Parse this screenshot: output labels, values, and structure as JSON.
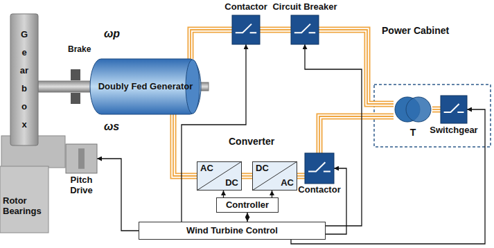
{
  "diagram": {
    "nodes": [
      {
        "text": [
          "Gearbox"
        ]
      },
      {
        "text": [
          "Doubly Fed Generator"
        ]
      },
      {
        "text": [
          "Power Cabinet"
        ]
      },
      {
        "text": [
          "Contactor"
        ],
        "in": 2
      },
      {
        "text": [
          "Circuit Breaker"
        ],
        "in": 2
      },
      {
        "text": [
          "Pitch Drive"
        ]
      },
      {
        "text": [
          "Converter"
        ]
      },
      {
        "text": [
          "AC",
          "DC"
        ],
        "in": 6
      },
      {
        "text": [
          "DC",
          "AC"
        ],
        "in": 6
      },
      {
        "text": [
          "Controller"
        ],
        "in": 6
      },
      {
        "text": [
          "Contactor"
        ],
        "in": 6
      },
      {
        "text": [
          "T"
        ]
      },
      {
        "text": [
          "Switchgear"
        ]
      },
      {
        "text": [
          "Wind Turbine Control"
        ]
      }
    ],
    "edges": [
      {
        "from": 1,
        "to": 3,
        "arrow": "none"
      },
      {
        "from": 3,
        "to": 4,
        "arrow": "none"
      },
      {
        "from": 4,
        "to": 11,
        "arrow": "none"
      },
      {
        "from": 1,
        "to": 7,
        "arrow": "none"
      },
      {
        "from": 7,
        "to": 8,
        "arrow": "none"
      },
      {
        "from": 8,
        "to": 10,
        "arrow": "none"
      },
      {
        "from": 10,
        "to": 11,
        "arrow": "none"
      },
      {
        "from": 11,
        "to": 12,
        "arrow": "none"
      },
      {
        "from": 13,
        "to": 5,
        "arrow": "to"
      },
      {
        "from": 13,
        "to": 3,
        "arrow": "to"
      },
      {
        "from": 13,
        "to": 4,
        "arrow": "to"
      },
      {
        "from": 13,
        "to": 10,
        "arrow": "to"
      },
      {
        "from": 13,
        "to": 12,
        "arrow": "to"
      },
      {
        "from": 9,
        "to": 13,
        "arrow": "both"
      },
      {
        "from": 9,
        "to": 7,
        "arrow": "to"
      },
      {
        "from": 9,
        "to": 8,
        "arrow": "to"
      }
    ],
    "labels": [
      "Brake",
      "ωp",
      "ωs",
      "Rotor Bearings"
    ]
  }
}
